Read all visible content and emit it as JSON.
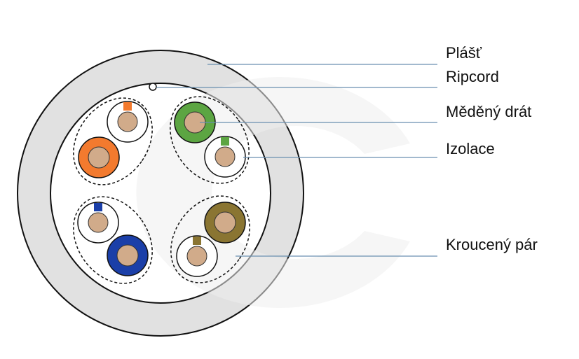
{
  "labels": {
    "jacket": "Plášť",
    "ripcord": "Ripcord",
    "conductor": "Měděný drát",
    "insulation": "Izolace",
    "twisted_pair": "Kroucený pár"
  },
  "colors": {
    "jacket": "#e1e1e1",
    "watermark": "#eeeeee",
    "copper": "#d1ab8a",
    "leader_line": "#6a8fb0",
    "pair_orange": "#f37a2e",
    "pair_green": "#5ca542",
    "pair_blue": "#1b3fa8",
    "pair_brown": "#8a7532"
  },
  "pairs": [
    {
      "name": "orange",
      "color_key": "pair_orange"
    },
    {
      "name": "green",
      "color_key": "pair_green"
    },
    {
      "name": "blue",
      "color_key": "pair_blue"
    },
    {
      "name": "brown",
      "color_key": "pair_brown"
    }
  ]
}
